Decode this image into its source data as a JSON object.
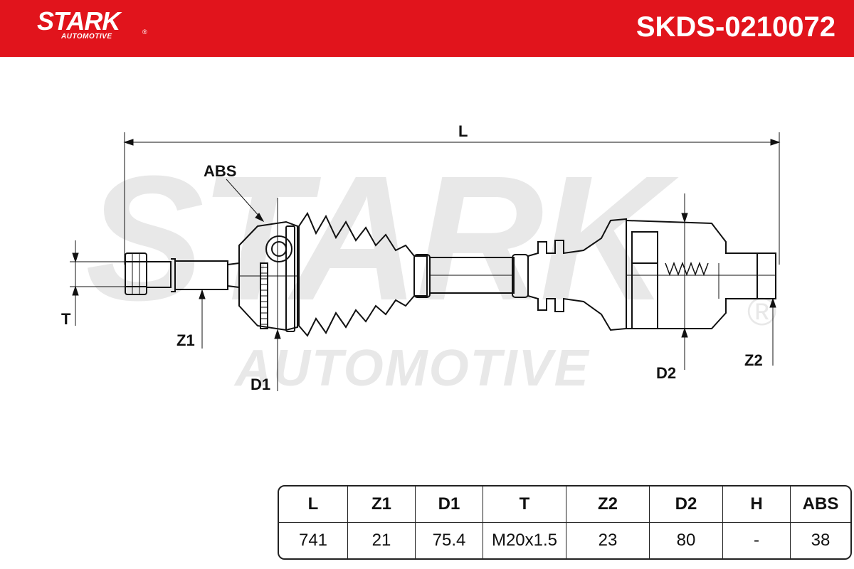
{
  "header": {
    "logo_text": "STARK",
    "logo_reg": "®",
    "logo_sub": "AUTOMOTIVE",
    "part_number": "SKDS-0210072",
    "bg_color": "#e1141c"
  },
  "watermark": {
    "main": "STARK",
    "sub": "AUTOMOTIVE",
    "reg": "®"
  },
  "diagram": {
    "labels": {
      "L": "L",
      "ABS": "ABS",
      "T": "T",
      "Z1": "Z1",
      "D1": "D1",
      "D2": "D2",
      "Z2": "Z2"
    }
  },
  "specs": {
    "headers": [
      "L",
      "Z1",
      "D1",
      "T",
      "Z2",
      "D2",
      "H",
      "ABS"
    ],
    "values": [
      "741",
      "21",
      "75.4",
      "M20x1.5",
      "23",
      "80",
      "-",
      "38"
    ]
  }
}
